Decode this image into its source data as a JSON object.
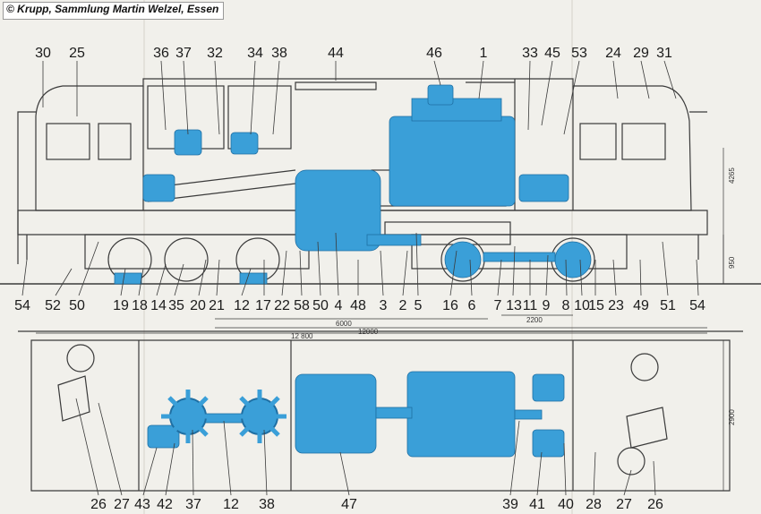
{
  "credit": "© Krupp, Sammlung Martin Welzel, Essen",
  "side_top_labels": [
    "30",
    "25",
    "36",
    "37",
    "32",
    "34",
    "38",
    "44",
    "46",
    "1",
    "33",
    "45",
    "53",
    "24",
    "29",
    "31"
  ],
  "side_bottom_labels": [
    "54",
    "52",
    "50",
    "19",
    "18",
    "14",
    "35",
    "20",
    "21",
    "12",
    "17",
    "22",
    "58",
    "50",
    "4",
    "48",
    "3",
    "2",
    "5",
    "16",
    "6",
    "7",
    "13",
    "11",
    "9",
    "8",
    "10",
    "15",
    "23",
    "49",
    "51",
    "54"
  ],
  "plan_bottom_labels": [
    "26",
    "27",
    "43",
    "42",
    "37",
    "12",
    "38",
    "47",
    "39",
    "41",
    "40",
    "28",
    "27",
    "26"
  ],
  "dimensions": {
    "d6000": "6000",
    "d12000": "12000",
    "d12800": "12 800",
    "d2200": "2200",
    "h4265": "4265",
    "h950": "950",
    "w2900": "2900"
  },
  "colors": {
    "machinery_blue": "#3a9fd8",
    "linework": "#3a3a3a",
    "paper": "#f2f1ec"
  }
}
